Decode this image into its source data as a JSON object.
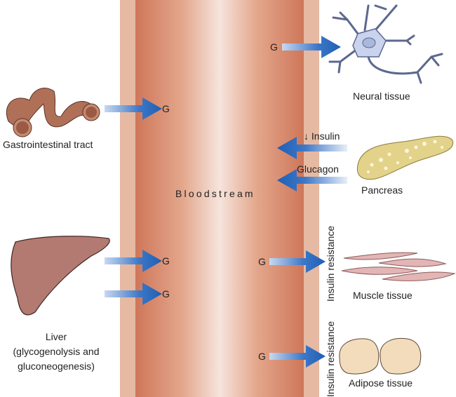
{
  "diagram": {
    "bloodstream_label": "Bloodstream",
    "glucose_symbol": "G",
    "organs": {
      "gi": {
        "label": "Gastrointestinal tract"
      },
      "liver": {
        "label_line1": "Liver",
        "label_line2": "(glycogenolysis and",
        "label_line3": "gluconeogenesis)"
      },
      "neural": {
        "label": "Neural tissue"
      },
      "pancreas": {
        "label": "Pancreas"
      },
      "muscle": {
        "label": "Muscle tissue"
      },
      "adipose": {
        "label": "Adipose tissue"
      }
    },
    "hormones": {
      "insulin": "↓ Insulin",
      "glucagon": "Glucagon"
    },
    "insulin_resistance_muscle": "Insulin resistance",
    "insulin_resistance_adipose": "Insulin resistance",
    "colors": {
      "arrow": "#1f5fb5",
      "vessel_edge": "#cf7659",
      "vessel_outer": "#e6b9a3"
    }
  }
}
